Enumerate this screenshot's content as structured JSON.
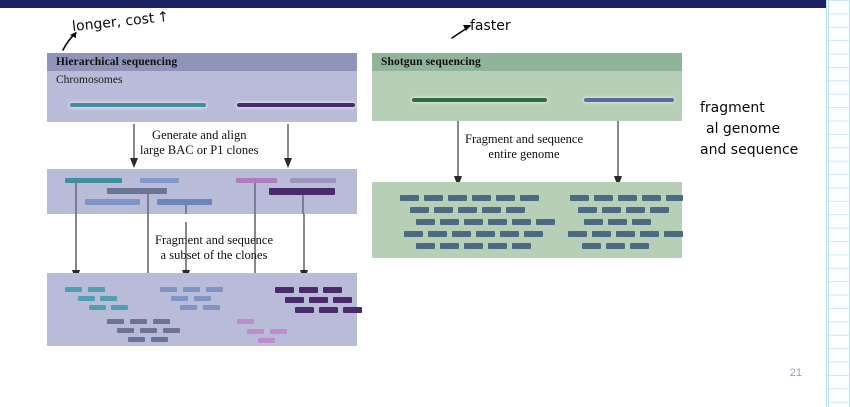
{
  "slide": {
    "page_number": "21",
    "topbar_color": "#1b2264"
  },
  "hierarchical": {
    "title": "Hierarchical sequencing",
    "chromosomes_label": "Chromosomes",
    "step1_caption_line1": "Generate and align",
    "step1_caption_line2": "large BAC or P1 clones",
    "step2_caption_line1": "Fragment and sequence",
    "step2_caption_line2": "a subset of the clones",
    "panel_color": "#b9bcd8",
    "header_color": "#8f94b8",
    "chromosome_colors": [
      "#3f8fa0",
      "#4b2a6b"
    ],
    "clone_colors": [
      "#3f8fa0",
      "#7f93c4",
      "#6b7493",
      "#7f93c4",
      "#b07cbb",
      "#9a96bd",
      "#4b2a6b"
    ],
    "fragment_colors": [
      "#4f9fb0",
      "#7f93c4",
      "#6b7493",
      "#b07cbb",
      "#4b2a6b"
    ]
  },
  "shotgun": {
    "title": "Shotgun sequencing",
    "caption_line1": "Fragment and sequence",
    "caption_line2": "entire genome",
    "panel_color": "#b6cfb6",
    "header_color": "#8fb49a",
    "chromosome_colors": [
      "#2f6b3f",
      "#5a6aa0"
    ],
    "fragment_color": "#4d6b80"
  },
  "annotations": {
    "left_note": "longer, cost",
    "left_note_arrow_glyph": "↑",
    "right_note": "faster",
    "side_note_line1": "fragment",
    "side_note_line2": "al genome",
    "side_note_line3": "and sequence"
  },
  "chart_data": {
    "type": "diagram",
    "title": "Hierarchical sequencing vs Shotgun sequencing",
    "panels": [
      {
        "name": "Hierarchical sequencing",
        "stages": [
          "Chromosomes",
          "Generate and align large BAC or P1 clones",
          "Fragment and sequence a subset of the clones"
        ]
      },
      {
        "name": "Shotgun sequencing",
        "stages": [
          "Chromosomes",
          "Fragment and sequence entire genome"
        ]
      }
    ]
  }
}
